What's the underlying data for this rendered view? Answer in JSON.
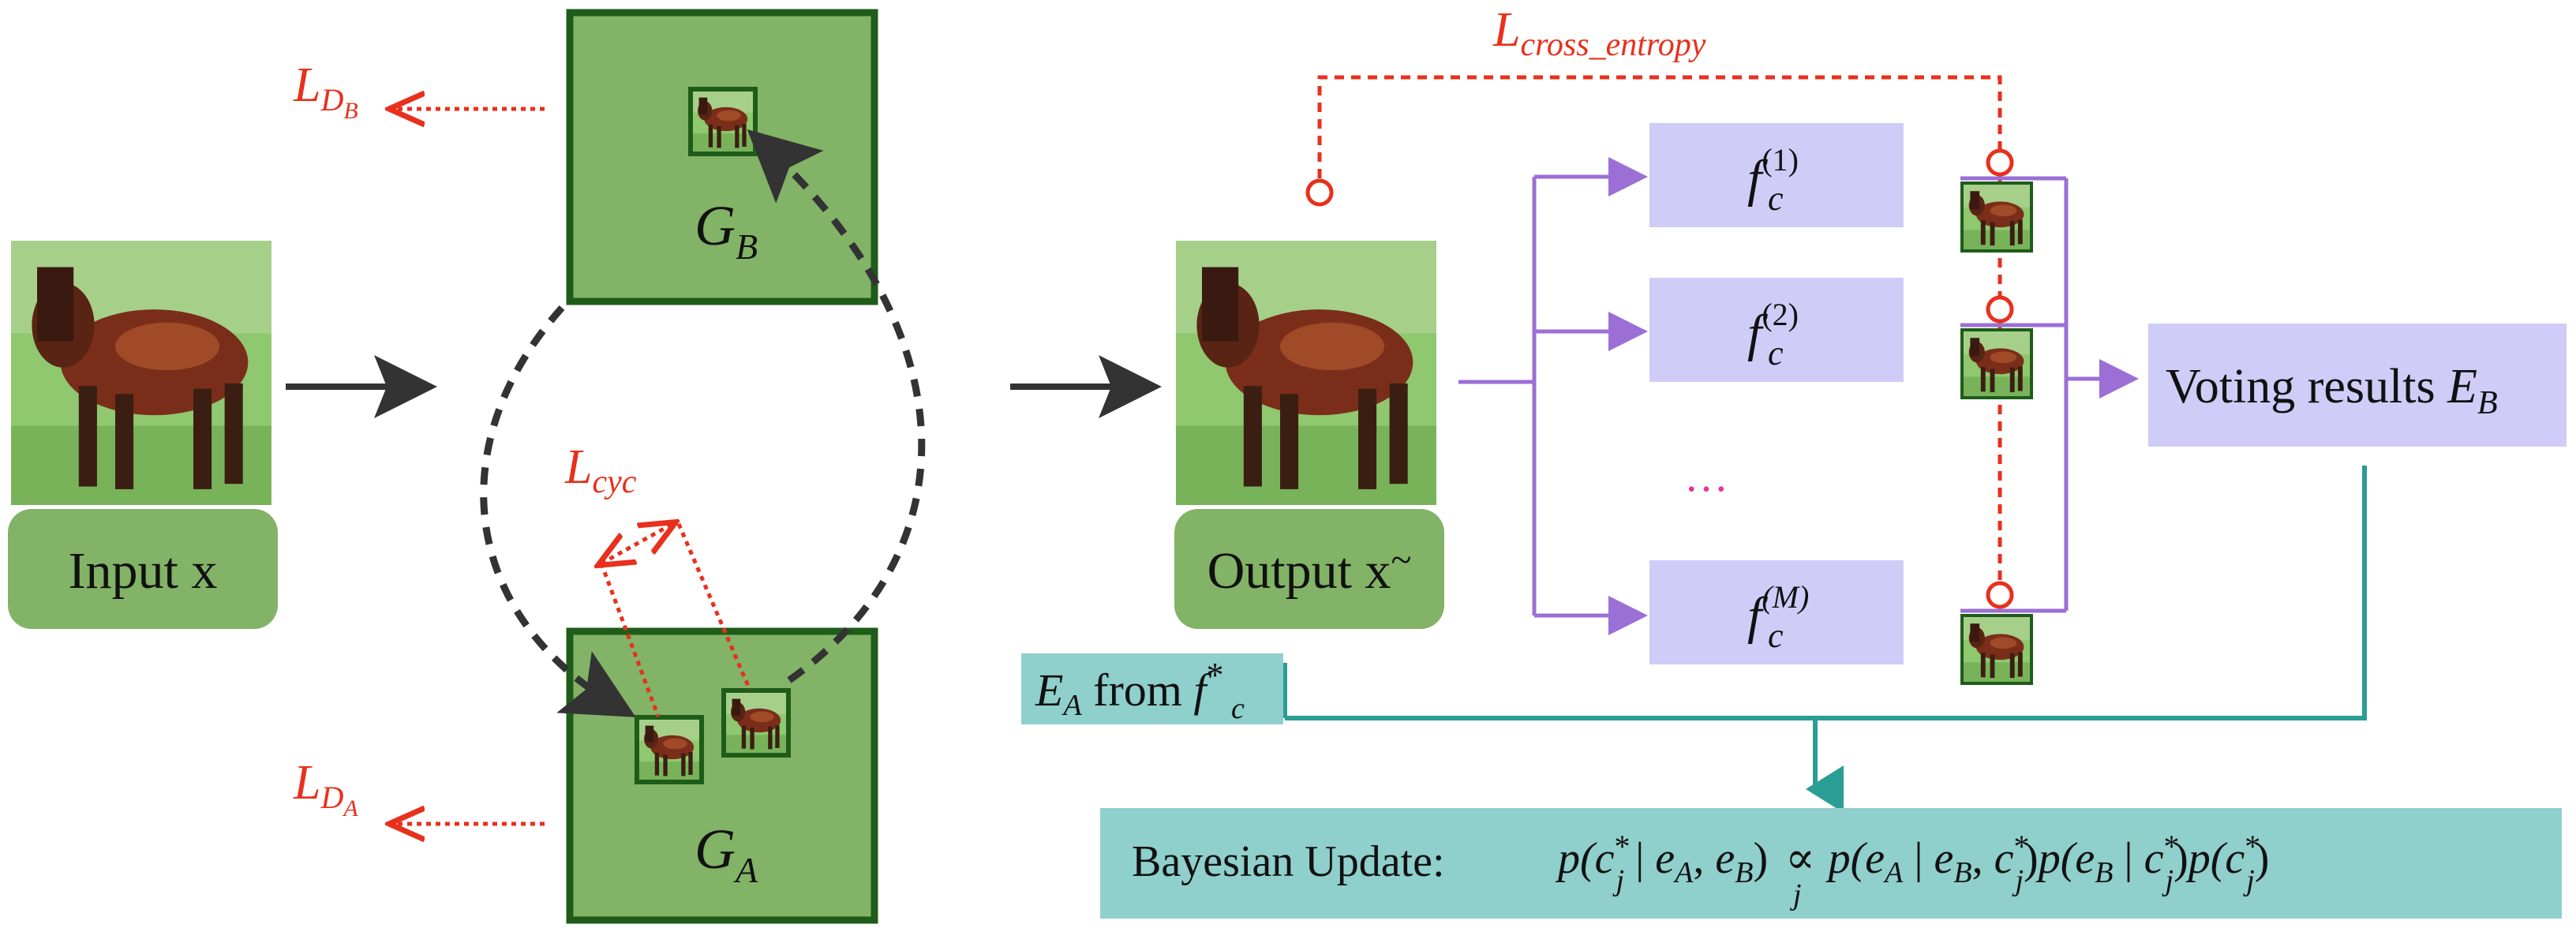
{
  "input": {
    "label": "Input x"
  },
  "output": {
    "label": "Output x",
    "tilde": "~"
  },
  "generators": {
    "top": {
      "letter": "G",
      "sub": "B"
    },
    "bottom": {
      "letter": "G",
      "sub": "A"
    }
  },
  "losses": {
    "disc_top": {
      "letter": "L",
      "sub": "D",
      "subsub": "B"
    },
    "disc_bottom": {
      "letter": "L",
      "sub": "D",
      "subsub": "A"
    },
    "cycle": {
      "letter": "L",
      "sub": "cyc"
    },
    "cross_entropy": {
      "letter": "L",
      "sub": "cross_entropy"
    }
  },
  "classifiers": [
    {
      "letter": "f",
      "sub": "c",
      "sup": "(1)"
    },
    {
      "letter": "f",
      "sub": "c",
      "sup": "(2)"
    },
    {
      "letter": "f",
      "sub": "c",
      "sup": "(M)"
    }
  ],
  "ellipsis": "…",
  "voting": {
    "text": "Voting results ",
    "letter": "E",
    "sub": "B"
  },
  "ea_box": {
    "letter": "E",
    "sub": "A",
    "text": " from ",
    "f": "f",
    "f_sub": "c",
    "f_sup": "*"
  },
  "bayes": {
    "prefix": "Bayesian Update:",
    "lhs": "p(c",
    "lhs_sup": "*",
    "lhs_sub": "j",
    "lhs_rest": " | e",
    "e_a": "A",
    "comma": ", e",
    "e_b": "B",
    "close": ")",
    "prop": "∝",
    "prop_sub": "j",
    "rhs": "p(e_A | e_B, c_j*) p(e_B | c_j*) p(c_j*)"
  },
  "colors": {
    "red": "#e8301c",
    "green_box": "#82b366",
    "green_border": "#1f5c1a",
    "purple": "#9b6fd6",
    "lavender": "#cfccf8",
    "teal": "#2a9d95",
    "teal_box": "#8fcfcc"
  },
  "icons": [
    "horse-image-icon"
  ]
}
